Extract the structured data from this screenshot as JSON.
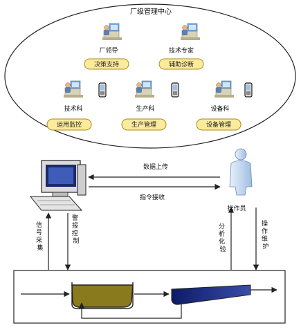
{
  "ellipse": {
    "title": "厂级管理中心"
  },
  "nodes": {
    "plant_manager": {
      "name": "厂领导",
      "function": "决策支持"
    },
    "tech_expert": {
      "name": "技术专家",
      "function": "辅助诊断"
    },
    "tech_dept": {
      "name": "技术科",
      "function": "运用监控"
    },
    "production_dept": {
      "name": "生产科",
      "function": "生产管理"
    },
    "equipment_dept": {
      "name": "设备科",
      "function": "设备管理"
    }
  },
  "arrows": {
    "data_upload": "数据上传",
    "command_issue": "指令接收"
  },
  "vertical_labels": {
    "signal_collect": "信号采集",
    "alarm_control": "警报控制",
    "analysis_assay": "分析化验",
    "operator": "操作员",
    "operation_maintain": "操作维护"
  },
  "colors": {
    "pill_fill": "#fbeb9a",
    "pill_stroke": "#a88a20",
    "tank_fill": "#8a7a1e",
    "channel_fill": "#16237a",
    "person_fill": "#bcd3ee"
  },
  "icons": [
    "computer-icon",
    "person-icon",
    "workstation-icon",
    "handheld-device-icon"
  ]
}
